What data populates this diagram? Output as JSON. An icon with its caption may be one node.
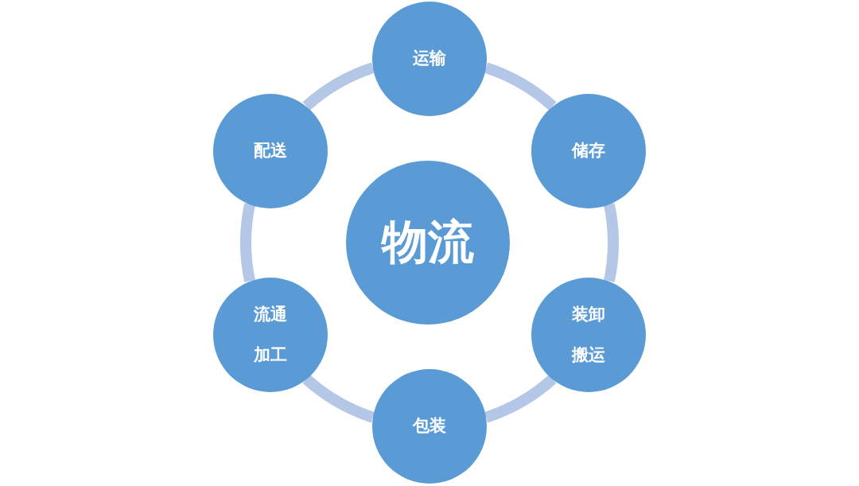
{
  "diagram": {
    "nodes": [
      {
        "text": [
          "物流"
        ]
      },
      {
        "text": [
          "运输"
        ]
      },
      {
        "text": [
          "储存"
        ]
      },
      {
        "text": [
          "装卸搬运"
        ]
      },
      {
        "text": [
          "包装"
        ]
      },
      {
        "text": [
          "流通加工"
        ]
      },
      {
        "text": [
          "配送"
        ]
      }
    ],
    "edges": [
      {
        "from": 1,
        "to": 2,
        "arrow": "none"
      },
      {
        "from": 2,
        "to": 3,
        "arrow": "none"
      },
      {
        "from": 3,
        "to": 4,
        "arrow": "none"
      },
      {
        "from": 4,
        "to": 5,
        "arrow": "none"
      },
      {
        "from": 5,
        "to": 6,
        "arrow": "none"
      },
      {
        "from": 6,
        "to": 1,
        "arrow": "none"
      }
    ]
  }
}
